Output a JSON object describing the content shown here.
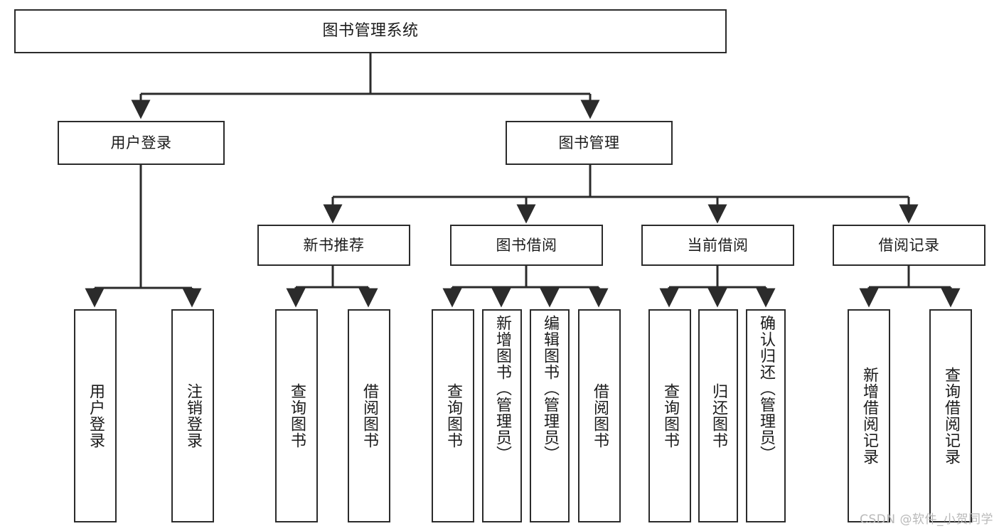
{
  "diagram": {
    "title": "图书管理系统",
    "type": "tree-hierarchy",
    "watermark": "CSDN @软件_小贺同学",
    "colors": {
      "box_border": "#2b2b2b",
      "box_fill": "#ffffff",
      "link": "#2b2b2b",
      "text": "#1b1b1b",
      "watermark": "#b9b9b9",
      "background": "#ffffff"
    },
    "nodes": {
      "root": {
        "label": "图书管理系统"
      },
      "level2": [
        {
          "id": "user-login",
          "label": "用户登录"
        },
        {
          "id": "book-management",
          "label": "图书管理"
        }
      ],
      "level3": [
        {
          "id": "new-book-recommend",
          "label": "新书推荐"
        },
        {
          "id": "book-borrow",
          "label": "图书借阅"
        },
        {
          "id": "current-borrow",
          "label": "当前借阅"
        },
        {
          "id": "borrow-record",
          "label": "借阅记录"
        }
      ],
      "leaves": {
        "user-login": [
          {
            "id": "leaf-user-login",
            "label": "用户登录"
          },
          {
            "id": "leaf-logout-login",
            "label": "注销登录"
          }
        ],
        "new-book-recommend": [
          {
            "id": "leaf-query-book-1",
            "label": "查询图书"
          },
          {
            "id": "leaf-borrow-book-1",
            "label": "借阅图书"
          }
        ],
        "book-borrow": [
          {
            "id": "leaf-query-book-2",
            "label": "查询图书"
          },
          {
            "id": "leaf-add-book-admin",
            "label": "新增图书（管理员）"
          },
          {
            "id": "leaf-edit-book-admin",
            "label": "编辑图书（管理员）"
          },
          {
            "id": "leaf-borrow-book-2",
            "label": "借阅图书"
          }
        ],
        "current-borrow": [
          {
            "id": "leaf-query-book-3",
            "label": "查询图书"
          },
          {
            "id": "leaf-return-book",
            "label": "归还图书"
          },
          {
            "id": "leaf-confirm-return-admin",
            "label": "确认归还（管理员）"
          }
        ],
        "borrow-record": [
          {
            "id": "leaf-add-borrow-record",
            "label": "新增借阅记录"
          },
          {
            "id": "leaf-query-borrow-record",
            "label": "查询借阅记录"
          }
        ]
      }
    }
  }
}
